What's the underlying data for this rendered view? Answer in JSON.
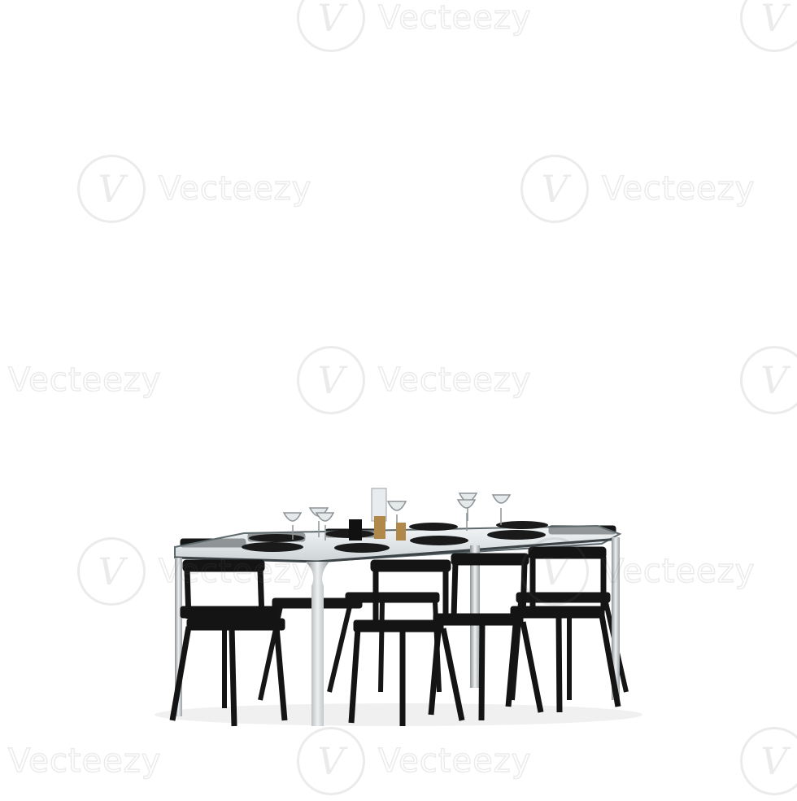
{
  "scene": {
    "subject": "dining-table-with-eight-chairs",
    "background_color": "#ffffff",
    "chair_color": "#141414",
    "table_leg_color": "#c9cdd0"
  },
  "watermark": {
    "text": "Vecteezy",
    "logo_glyph": "V"
  }
}
